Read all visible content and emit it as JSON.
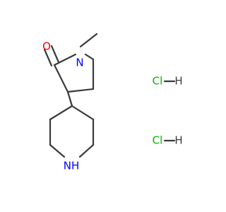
{
  "molecule": {
    "atoms": {
      "carbonyl_oxygen": {
        "label": "O",
        "color": "#ff0000"
      },
      "ring_nitrogen": {
        "label": "N",
        "color": "#0000ff"
      },
      "piperidine_nh": {
        "label": "NH",
        "color": "#0000ff"
      }
    },
    "salts": [
      {
        "cl": "Cl",
        "h": "H",
        "cl_color": "#00b400",
        "h_color": "#3a3a3a"
      },
      {
        "cl": "Cl",
        "h": "H",
        "cl_color": "#00b400",
        "h_color": "#3a3a3a"
      }
    ]
  }
}
